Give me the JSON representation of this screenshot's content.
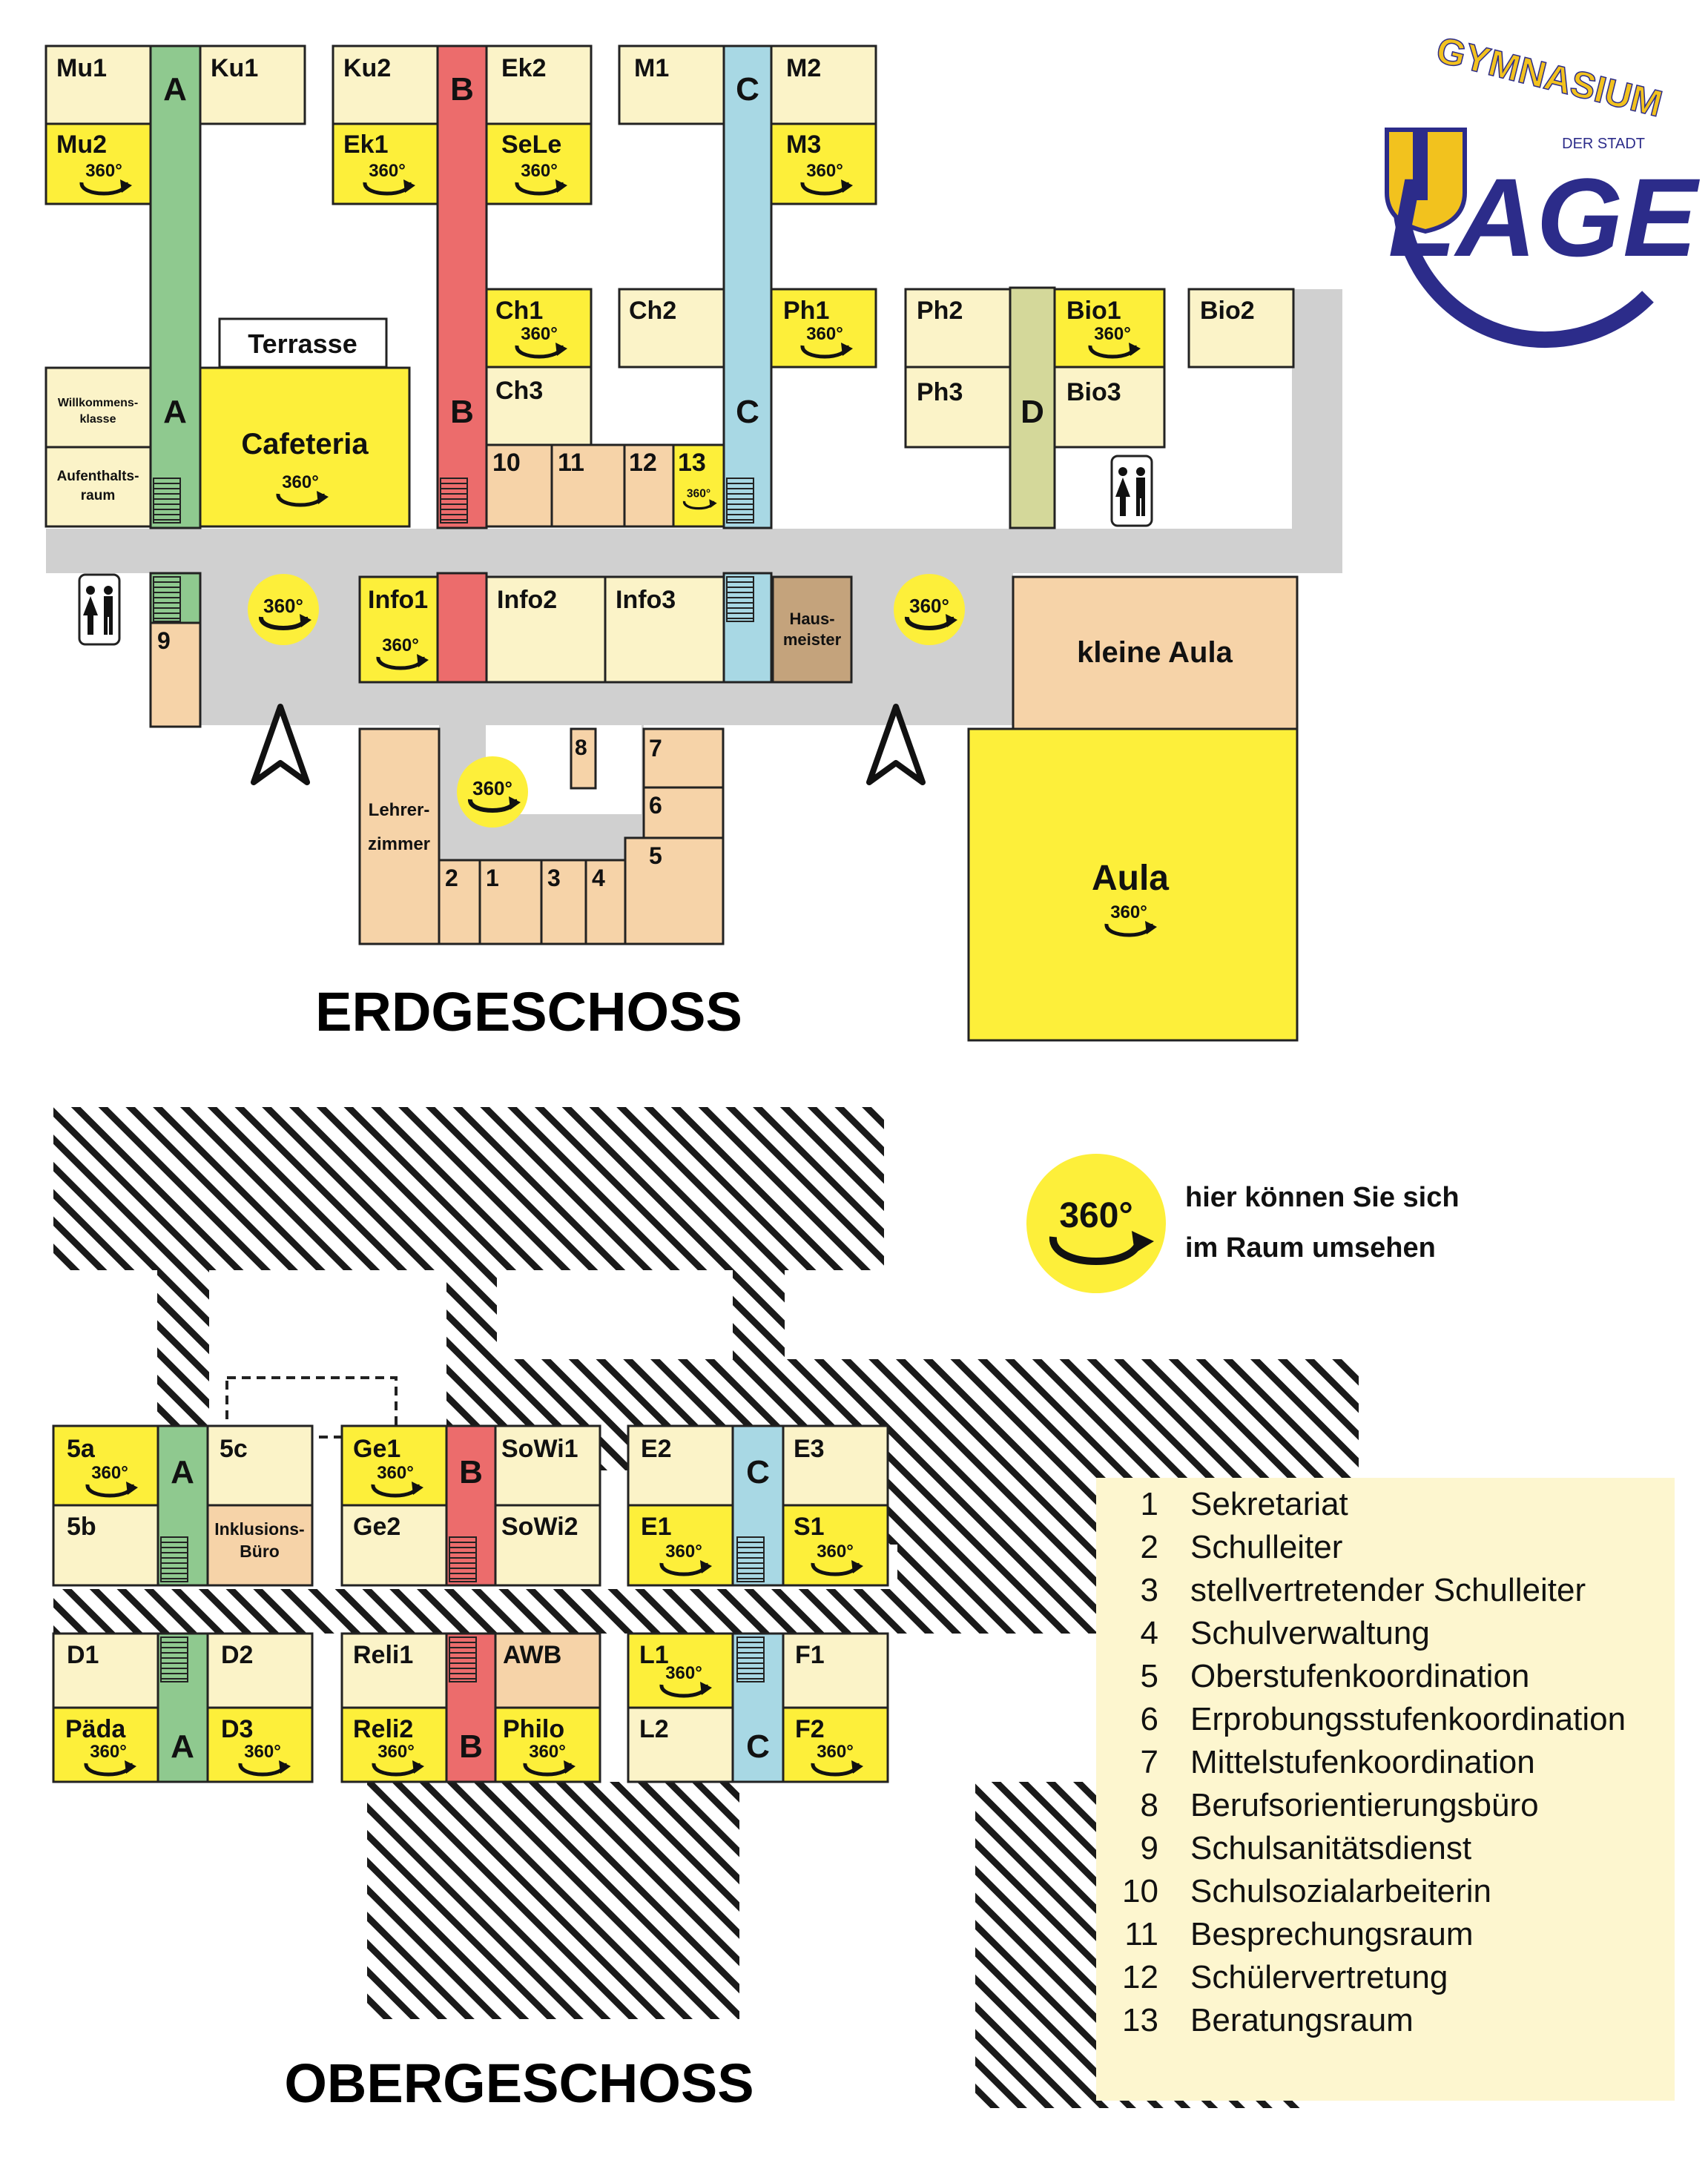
{
  "colors": {
    "room": "#fbf3c8",
    "room_360": "#fdef3a",
    "office": "#f6d3a8",
    "hausmeister": "#c4a37c",
    "corridor": "#d0d0d0",
    "stair_A": "#8fc98f",
    "stair_B": "#ec6c6c",
    "stair_C": "#a8d8e4",
    "stair_D": "#d4d89a",
    "logo_blue": "#2c2c8a",
    "logo_gold": "#f2c21e"
  },
  "logo": {
    "top_text": "GYMNASIUM",
    "sub_text": "DER STADT",
    "main_text": "LAGE"
  },
  "titles": {
    "ground": "ERDGESCHOSS",
    "upper": "OBERGESCHOSS"
  },
  "legend_360": {
    "icon": "360-view-icon",
    "icon_text": "360°",
    "line1": "hier können Sie sich",
    "line2": "im Raum umsehen"
  },
  "rooms_ground": {
    "mu1": "Mu1",
    "ku1": "Ku1",
    "mu2": "Mu2",
    "ku2": "Ku2",
    "ek2": "Ek2",
    "ek1": "Ek1",
    "sele": "SeLe",
    "m1": "M1",
    "m2": "M2",
    "m3": "M3",
    "ch1": "Ch1",
    "ch2": "Ch2",
    "ch3": "Ch3",
    "ph1": "Ph1",
    "ph2": "Ph2",
    "ph3": "Ph3",
    "bio1": "Bio1",
    "bio2": "Bio2",
    "bio3": "Bio3",
    "terrasse": "Terrasse",
    "cafeteria": "Cafeteria",
    "willkommen_1": "Willkommens-",
    "willkommen_2": "klasse",
    "aufenthalt_1": "Aufenthalts-",
    "aufenthalt_2": "raum",
    "r10": "10",
    "r11": "11",
    "r12": "12",
    "r13": "13",
    "info1": "Info1",
    "info2": "Info2",
    "info3": "Info3",
    "haus_1": "Haus-",
    "haus_2": "meister",
    "kleine_aula": "kleine Aula",
    "aula": "Aula",
    "r9": "9",
    "r8": "8",
    "r7": "7",
    "r6": "6",
    "r5": "5",
    "r1": "1",
    "r2": "2",
    "r3": "3",
    "r4": "4",
    "lehrer_1": "Lehrer-",
    "lehrer_2": "zimmer"
  },
  "rooms_upper": {
    "c5a": "5a",
    "c5b": "5b",
    "c5c": "5c",
    "inkl_1": "Inklusions-",
    "inkl_2": "Büro",
    "ge1": "Ge1",
    "ge2": "Ge2",
    "sowi1": "SoWi1",
    "sowi2": "SoWi2",
    "e1": "E1",
    "e2": "E2",
    "e3": "E3",
    "s1": "S1",
    "d1": "D1",
    "d2": "D2",
    "d3": "D3",
    "paeda": "Päda",
    "reli1": "Reli1",
    "reli2": "Reli2",
    "awb": "AWB",
    "philo": "Philo",
    "l1": "L1",
    "l2": "L2",
    "f1": "F1",
    "f2": "F2"
  },
  "stairs": {
    "a": "A",
    "b": "B",
    "c": "C",
    "d": "D"
  },
  "legend_rooms": [
    {
      "num": "1",
      "name": "Sekretariat"
    },
    {
      "num": "2",
      "name": "Schulleiter"
    },
    {
      "num": "3",
      "name": "stellvertretender Schulleiter"
    },
    {
      "num": "4",
      "name": "Schulverwaltung"
    },
    {
      "num": "5",
      "name": "Oberstufenkoordination"
    },
    {
      "num": "6",
      "name": "Erprobungsstufenkoordination"
    },
    {
      "num": "7",
      "name": "Mittelstufenkoordination"
    },
    {
      "num": "8",
      "name": "Berufsorientierungsbüro"
    },
    {
      "num": "9",
      "name": "Schulsanitätsdienst"
    },
    {
      "num": "10",
      "name": "Schulsozialarbeiterin"
    },
    {
      "num": "11",
      "name": "Besprechungsraum"
    },
    {
      "num": "12",
      "name": "Schülervertretung"
    },
    {
      "num": "13",
      "name": "Beratungsraum"
    }
  ]
}
